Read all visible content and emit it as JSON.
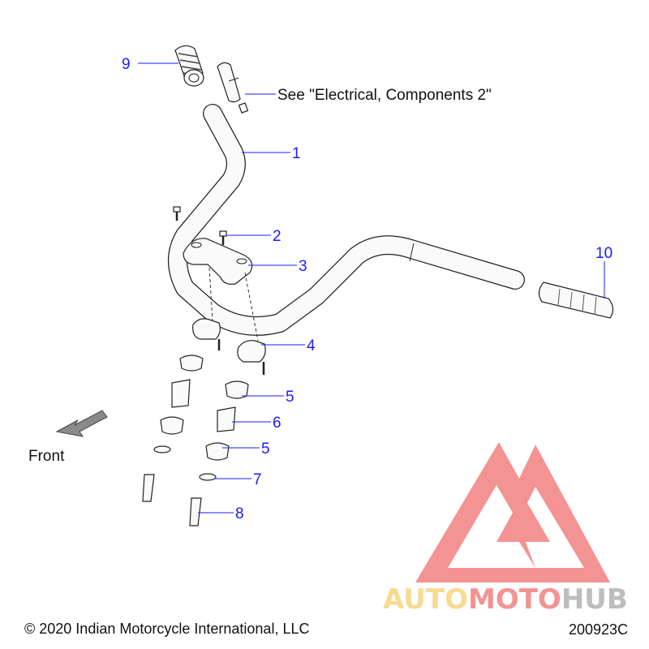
{
  "callouts": [
    {
      "id": "1",
      "label": "1"
    },
    {
      "id": "2",
      "label": "2"
    },
    {
      "id": "3",
      "label": "3"
    },
    {
      "id": "4",
      "label": "4"
    },
    {
      "id": "5a",
      "label": "5"
    },
    {
      "id": "6",
      "label": "6"
    },
    {
      "id": "5b",
      "label": "5"
    },
    {
      "id": "7",
      "label": "7"
    },
    {
      "id": "8",
      "label": "8"
    },
    {
      "id": "9",
      "label": "9"
    },
    {
      "id": "10",
      "label": "10"
    }
  ],
  "reference_note": "See \"Electrical, Components 2\"",
  "direction_label": "Front",
  "copyright": "© 2020 Indian Motorcycle International, LLC",
  "diagram_code": "200923C",
  "watermark": {
    "word_1": "AUTO",
    "word_2": "MOTO",
    "word_3": "HUB",
    "colors": {
      "red": "#ef6f6f",
      "yellow": "#f5cf70",
      "gray": "#a7a7a7"
    }
  },
  "colors": {
    "callout": "#1a1aff",
    "line": "#222222"
  }
}
